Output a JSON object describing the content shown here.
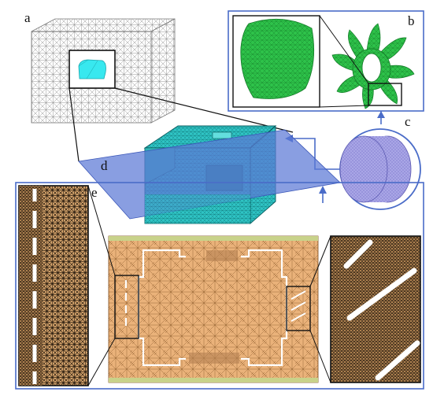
{
  "figure": {
    "panel_labels": {
      "a": "a",
      "b": "b",
      "c": "c",
      "d": "d",
      "e": "e"
    },
    "colors": {
      "frame_blue": "#4a6cc8",
      "plane_blue": "#5b78d6",
      "mesh_cyan": "#2fc4c4",
      "inner_cyan": "#38e8ef",
      "mesh_green": "#2ec24a",
      "disk_lavender": "#a9a6e6",
      "section_orange": "#eab27a",
      "zoom_dark": "#2a1d10",
      "wire_gray": "#9a9a9a"
    },
    "icons": {
      "wireframe_box": "wireframe-box-icon",
      "fan_wheel": "fan-wheel-icon",
      "disk": "disk-icon",
      "housing": "housing-mesh-icon",
      "cross_section": "cross-section-mesh-icon"
    }
  }
}
